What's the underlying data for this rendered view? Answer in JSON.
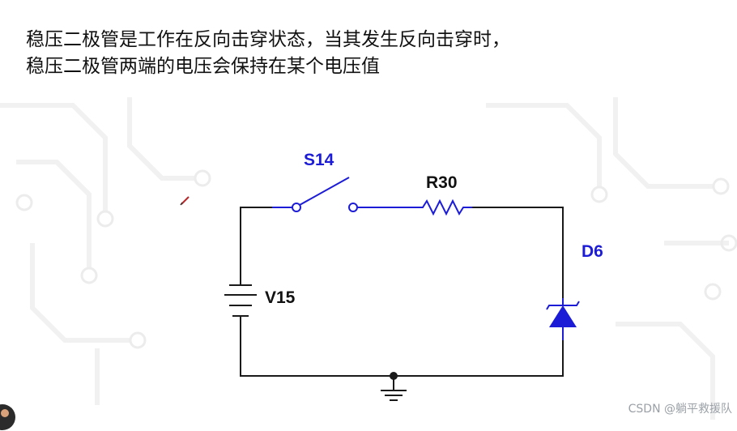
{
  "caption": {
    "line1": "稳压二极管是工作在反向击穿状态，当其发生反向击穿时，",
    "line2": "稳压二极管两端的电压会保持在某个电压值"
  },
  "components": {
    "switch_label": "S14",
    "resistor_label": "R30",
    "battery_label": "V15",
    "zener_label": "D6"
  },
  "colors": {
    "wire": "#1a1a1a",
    "component_blue": "#1c1cd6",
    "label_blue": "#1c1cd6",
    "label_black": "#111111"
  },
  "watermark": "CSDN @躺平救援队"
}
